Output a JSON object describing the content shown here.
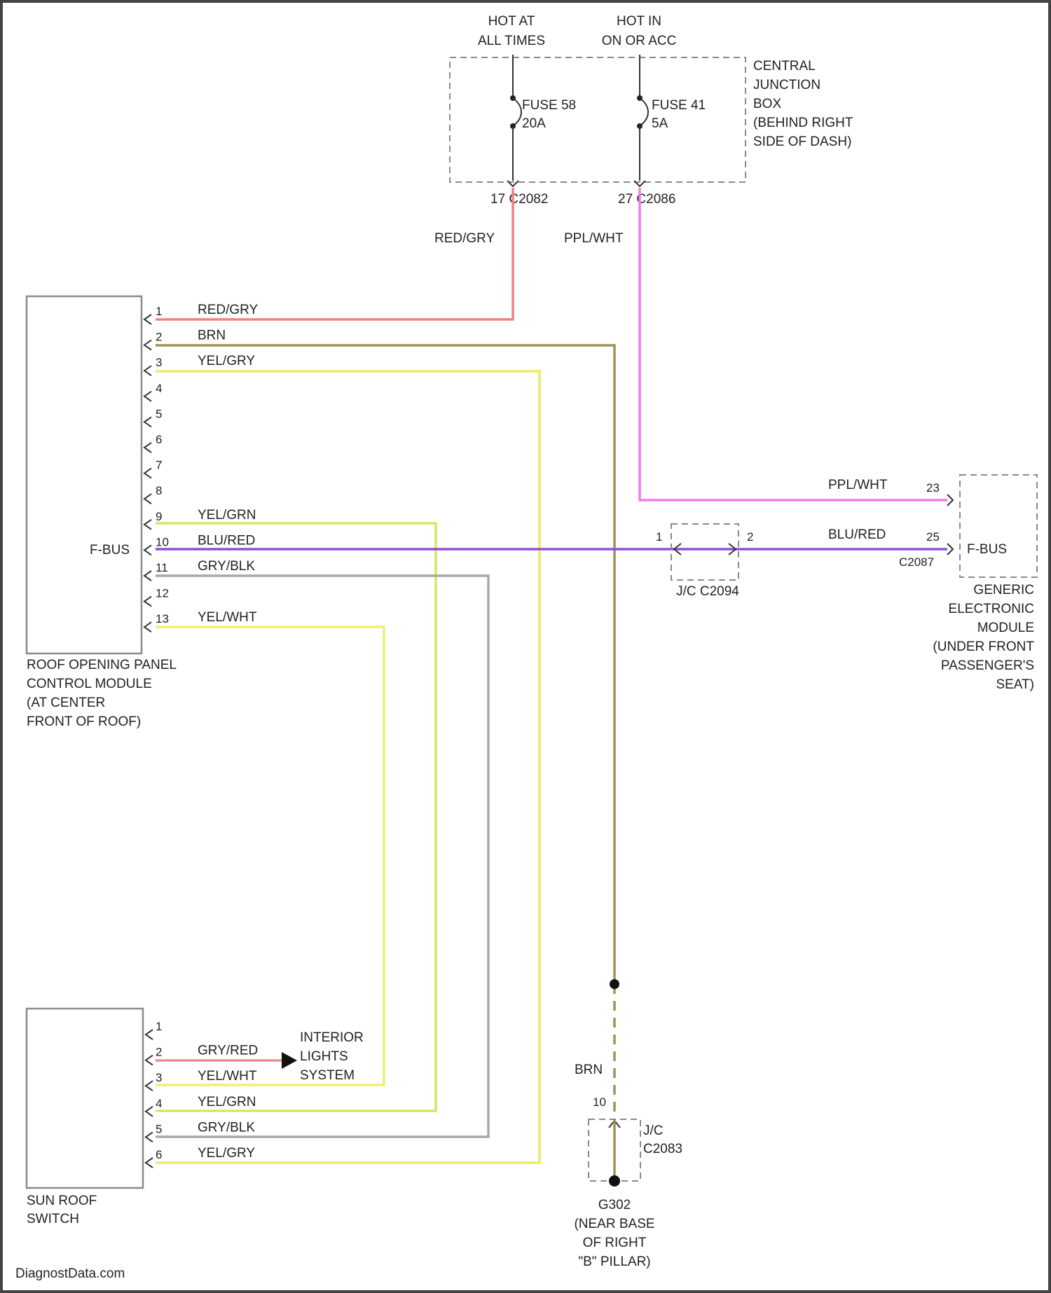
{
  "colors": {
    "red_gry": "#f08080",
    "ppl_wht": "#f07cf0",
    "brn": "#9b9458",
    "yel_gry": "#ecec60",
    "yel_grn": "#dbe55a",
    "blu_red": "#8a50d8",
    "gry_blk": "#a8a8a8",
    "yel_wht": "#eef070",
    "gry_red": "#e89090",
    "outline": "#8a8a8a"
  },
  "power": {
    "hot_at_all_times": [
      "HOT AT",
      "ALL TIMES"
    ],
    "hot_in_on_or_acc": [
      "HOT IN",
      "ON OR ACC"
    ],
    "fuse_left": [
      "FUSE 58",
      "20A"
    ],
    "fuse_right": [
      "FUSE 41",
      "5A"
    ],
    "junction_box": [
      "CENTRAL",
      "JUNCTION",
      "BOX",
      "(BEHIND RIGHT",
      "SIDE OF DASH)"
    ],
    "connector_left": "17 C2082",
    "connector_right": "27 C2086"
  },
  "wire_labels": {
    "red_gry_drop": "RED/GRY",
    "ppl_wht_drop": "PPL/WHT",
    "ppl_wht_gem": "PPL/WHT",
    "blu_red_gem": "BLU/RED",
    "brn_ground": "BRN"
  },
  "roof_module": {
    "bus_label": "F-BUS",
    "label": [
      "ROOF OPENING PANEL",
      "CONTROL MODULE",
      "(AT CENTER",
      "FRONT OF ROOF)"
    ],
    "pins": [
      {
        "num": "1",
        "wire": "RED/GRY"
      },
      {
        "num": "2",
        "wire": "BRN"
      },
      {
        "num": "3",
        "wire": "YEL/GRY"
      },
      {
        "num": "4",
        "wire": ""
      },
      {
        "num": "5",
        "wire": ""
      },
      {
        "num": "6",
        "wire": ""
      },
      {
        "num": "7",
        "wire": ""
      },
      {
        "num": "8",
        "wire": ""
      },
      {
        "num": "9",
        "wire": "YEL/GRN"
      },
      {
        "num": "10",
        "wire": "BLU/RED"
      },
      {
        "num": "11",
        "wire": "GRY/BLK"
      },
      {
        "num": "12",
        "wire": ""
      },
      {
        "num": "13",
        "wire": "YEL/WHT"
      }
    ]
  },
  "splice": {
    "pin_left": "1",
    "pin_right": "2",
    "label": "J/C C2094"
  },
  "gem": {
    "bus_label": "F-BUS",
    "pin_top": "23",
    "pin_bottom": "25",
    "connector": "C2087",
    "label": [
      "GENERIC",
      "ELECTRONIC",
      "MODULE",
      "(UNDER FRONT",
      "PASSENGER'S",
      "SEAT)"
    ]
  },
  "switch": {
    "label": [
      "SUN ROOF",
      "SWITCH"
    ],
    "pins": [
      {
        "num": "1",
        "wire": ""
      },
      {
        "num": "2",
        "wire": "GRY/RED"
      },
      {
        "num": "3",
        "wire": "YEL/WHT"
      },
      {
        "num": "4",
        "wire": "YEL/GRN"
      },
      {
        "num": "5",
        "wire": "GRY/BLK"
      },
      {
        "num": "6",
        "wire": "YEL/GRY"
      }
    ]
  },
  "interior_lights": [
    "INTERIOR",
    "LIGHTS",
    "SYSTEM"
  ],
  "ground": {
    "pin": "10",
    "jc": [
      "J/C",
      "C2083"
    ],
    "label": [
      "G302",
      "(NEAR BASE",
      "OF RIGHT",
      "\"B\" PILLAR)"
    ]
  },
  "watermark": "DiagnostData.com"
}
